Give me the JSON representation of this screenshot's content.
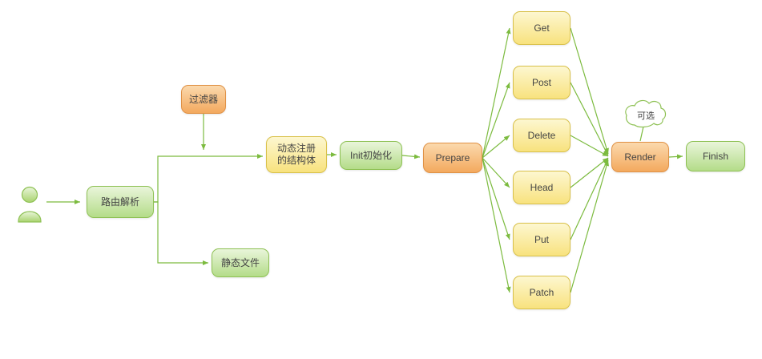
{
  "diagram": {
    "nodes": {
      "route": "路由解析",
      "filter": "过滤器",
      "static_files": "静态文件",
      "dynamic_struct": "动态注册\n的结构体",
      "init": "Init初始化",
      "prepare": "Prepare",
      "methods": [
        "Get",
        "Post",
        "Delete",
        "Head",
        "Put",
        "Patch"
      ],
      "render": "Render",
      "finish": "Finish",
      "optional_note": "可选"
    },
    "colors": {
      "green_fill": "#b4dc89",
      "green_border": "#8ec154",
      "orange_fill": "#f3a95e",
      "orange_border": "#e09145",
      "yellow_fill": "#f8e27e",
      "yellow_border": "#d9c14a",
      "connector": "#7cbb3f"
    }
  }
}
